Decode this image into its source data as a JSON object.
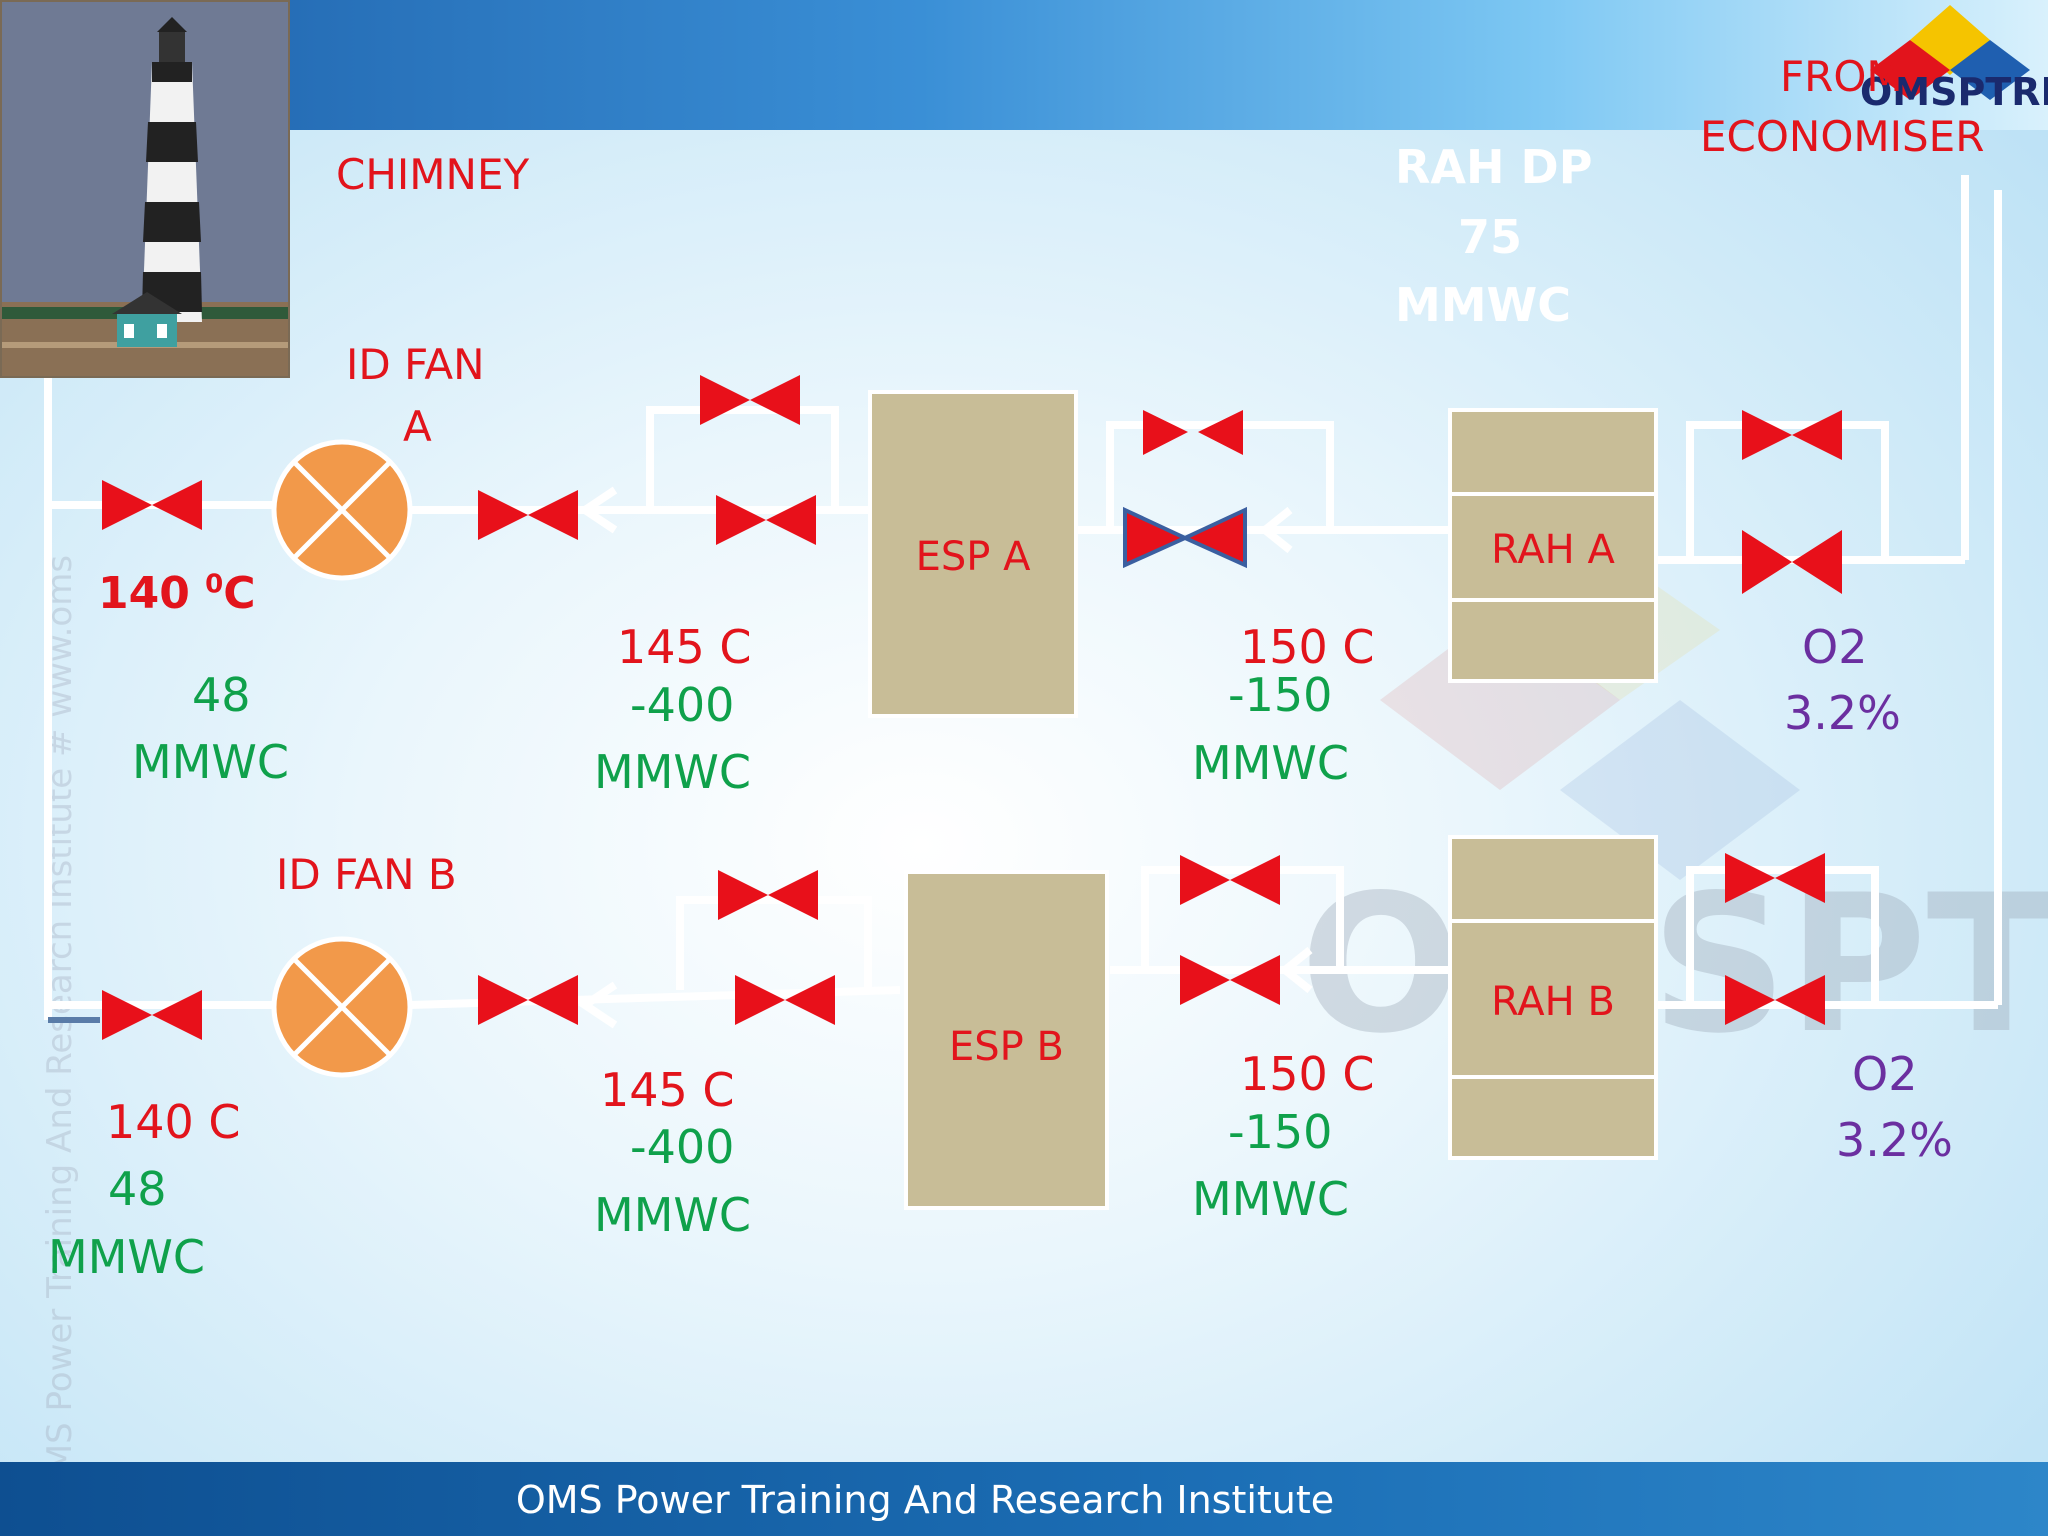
{
  "footer": {
    "text": "OMS Power Training And Research Institute"
  },
  "watermark_text": "OMS Power Training And Research Institute # www.oms",
  "logo": {
    "text": "OMSPTRI"
  },
  "labels": {
    "chimney": "CHIMNEY",
    "from_economiser_1": "FROM",
    "from_economiser_2": "ECONOMISER",
    "rah_dp_1": "RAH DP",
    "rah_dp_2": "75",
    "rah_dp_3": "MMWC",
    "id_fan_a_1": "ID FAN",
    "id_fan_a_2": "A",
    "id_fan_b": "ID FAN B",
    "esp_a": "ESP A",
    "esp_b": "ESP B",
    "rah_a": "RAH A",
    "rah_b": "RAH B"
  },
  "readings": {
    "fan_a_temp_value": "140 ",
    "fan_a_temp_sup": "0",
    "fan_a_temp_unit": "C",
    "fan_a_press": "48",
    "fan_a_press_unit": "MMWC",
    "esp_a_in_temp": "145 C",
    "esp_a_in_press": "-400",
    "esp_a_in_unit": "MMWC",
    "esp_a_out_temp": "150 C",
    "esp_a_out_press": "-150",
    "esp_a_out_unit": "MMWC",
    "o2_a_label": "O2",
    "o2_a_value": "3.2%",
    "fan_b_temp": "140 C",
    "fan_b_press": "48",
    "fan_b_press_unit": "MMWC",
    "esp_b_in_temp": "145 C",
    "esp_b_in_press": "-400",
    "esp_b_in_unit": "MMWC",
    "esp_b_out_temp": "150 C",
    "esp_b_out_press": "-150",
    "esp_b_out_unit": "MMWC",
    "o2_b_label": "O2",
    "o2_b_value": "3.2%"
  },
  "colors": {
    "valve": "#e8101a",
    "fan": "#f2994a",
    "box": "#c8bd97",
    "line": "#ffffff"
  }
}
